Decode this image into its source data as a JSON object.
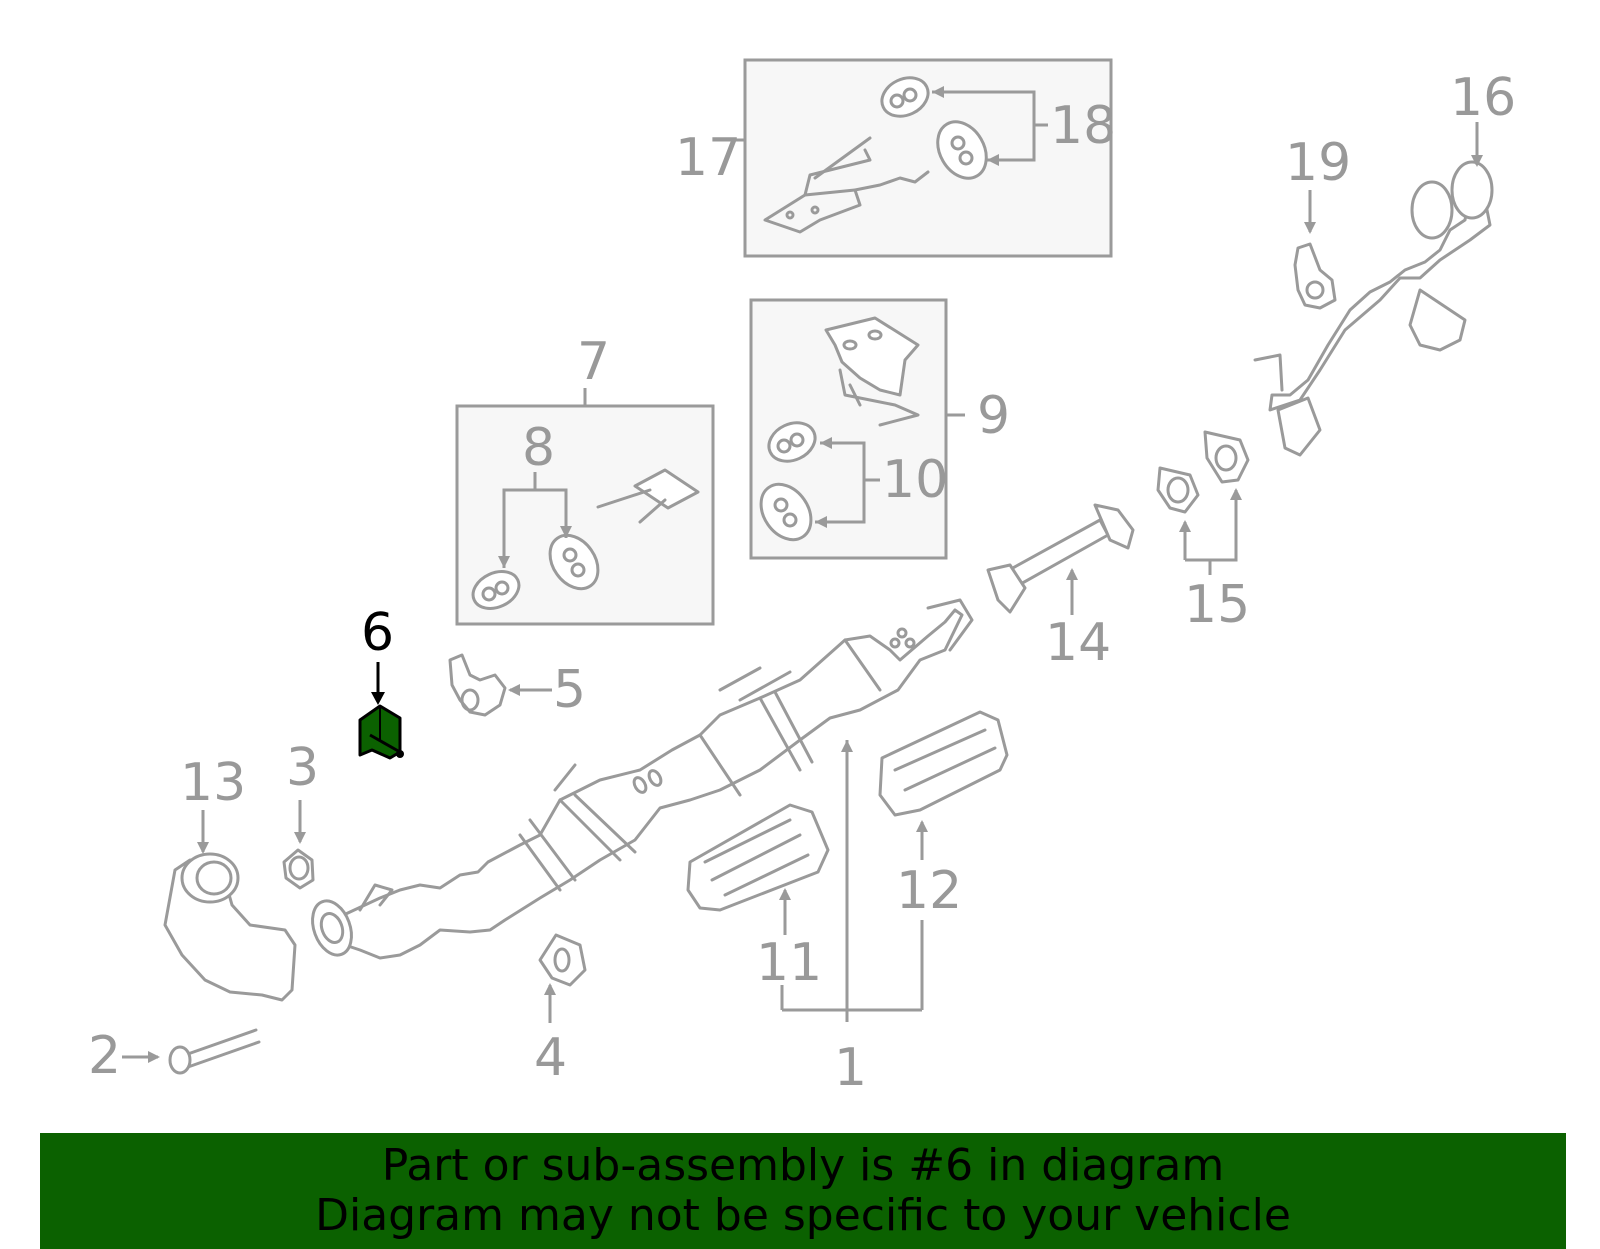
{
  "callouts": [
    {
      "id": "label-1",
      "text": "1"
    },
    {
      "id": "label-2",
      "text": "2"
    },
    {
      "id": "label-3",
      "text": "3"
    },
    {
      "id": "label-4",
      "text": "4"
    },
    {
      "id": "label-5",
      "text": "5"
    },
    {
      "id": "label-6",
      "text": "6"
    },
    {
      "id": "label-7",
      "text": "7"
    },
    {
      "id": "label-8",
      "text": "8"
    },
    {
      "id": "label-9",
      "text": "9"
    },
    {
      "id": "label-10",
      "text": "10"
    },
    {
      "id": "label-11",
      "text": "11"
    },
    {
      "id": "label-12",
      "text": "12"
    },
    {
      "id": "label-13",
      "text": "13"
    },
    {
      "id": "label-14",
      "text": "14"
    },
    {
      "id": "label-15",
      "text": "15"
    },
    {
      "id": "label-16",
      "text": "16"
    },
    {
      "id": "label-17",
      "text": "17"
    },
    {
      "id": "label-18",
      "text": "18"
    },
    {
      "id": "label-19",
      "text": "19"
    }
  ],
  "highlight": {
    "part_number": "6",
    "color": "#0b6100"
  },
  "colors": {
    "line": "#9a9a9a",
    "banner": "#0b6100",
    "highlight_label": "#000000"
  },
  "banner": {
    "line1": "Part or sub-assembly is #6 in diagram",
    "line2": "Diagram may not be specific to your vehicle"
  }
}
